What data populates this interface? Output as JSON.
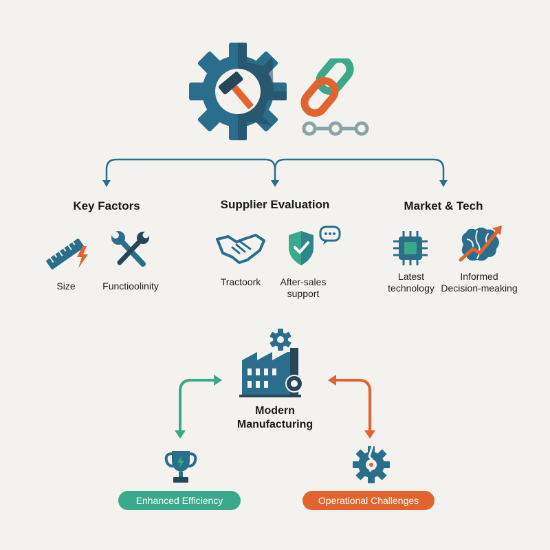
{
  "colors": {
    "teal": "#2a6e8c",
    "green": "#3aa88a",
    "orange": "#e2632f",
    "navy": "#26465a",
    "gray": "#8aa2a8"
  },
  "sections": [
    {
      "heading": "Key Factors",
      "items": [
        {
          "label": "Size",
          "icon": "ruler-lightning-icon"
        },
        {
          "label": "Functioolinity",
          "icon": "wrench-screwdriver-icon"
        }
      ]
    },
    {
      "heading": "Supplier Evaluation",
      "items": [
        {
          "label": "Tractoork",
          "icon": "handshake-icon"
        },
        {
          "label": "After-sales",
          "label2": "support",
          "icon": "shield-chat-icon"
        }
      ]
    },
    {
      "heading": "Market & Tech",
      "items": [
        {
          "label": "Latest",
          "label2": "technology",
          "icon": "chip-icon"
        },
        {
          "label": "Informed",
          "label2": "Decision-meaking",
          "icon": "brain-growth-icon"
        }
      ]
    }
  ],
  "center": {
    "line1": "Modern",
    "line2": "Manufacturing",
    "icon": "factory-gear-icon"
  },
  "outcomes": [
    {
      "label": "Enhanced Efficiency",
      "icon": "trophy-icon"
    },
    {
      "label": "Operational Challenges",
      "icon": "broken-gear-icon"
    }
  ],
  "top_icons": [
    "gear-hammer-icon",
    "chain-link-icon"
  ]
}
